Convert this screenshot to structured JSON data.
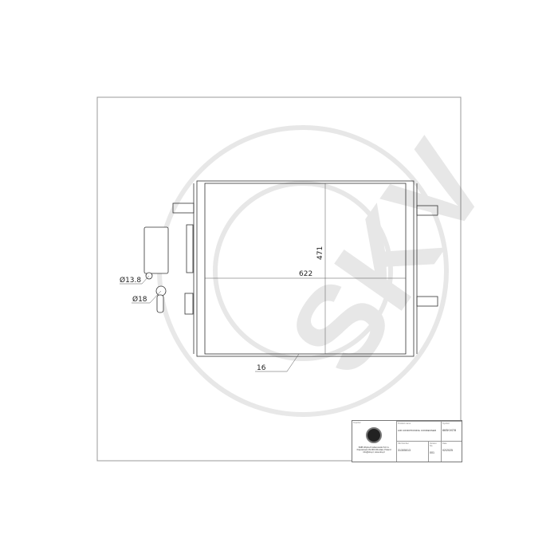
{
  "drawing": {
    "dimensions": {
      "width": "622",
      "height": "471",
      "thickness": "16",
      "port_small": "Ø13.8",
      "port_large": "Ø18"
    },
    "watermark": "SKV"
  },
  "title_block": {
    "importer_label": "Importer",
    "importer_text": "SMB Wojciech Adamowski S.K.A. Papowkowo 81-800 Wrocław, Poland info@skv.pl, www.skv.pl",
    "product_name_label": "Product name",
    "product_name": "AIR CONDITIONING CONDENSER",
    "symbol_label": "Symbol",
    "symbol": "86SKV078",
    "oe_label": "OE Number",
    "oe_number": "31305013",
    "version_label": "Version No.",
    "version": "001",
    "date_label": "Date",
    "date": "02/2025"
  }
}
